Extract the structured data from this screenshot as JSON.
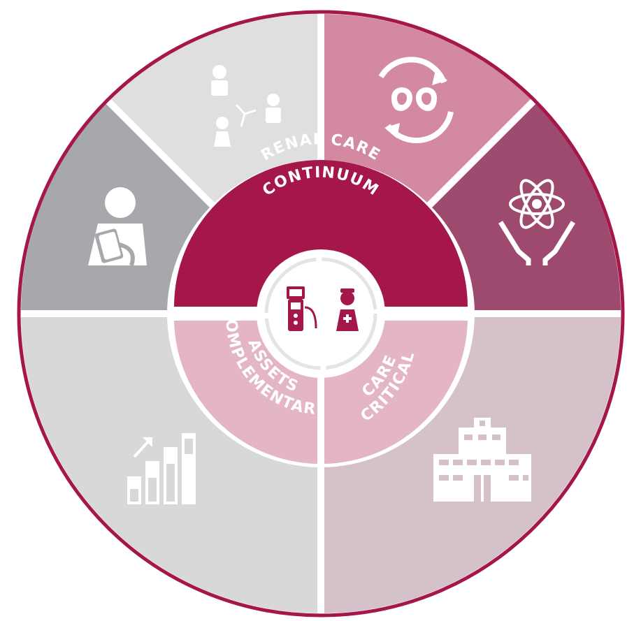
{
  "diagram": {
    "inner_ring": {
      "top": {
        "line1": "RENAL CARE",
        "line2": "CONTINUUM"
      },
      "left": {
        "line1": "COMPLEMENTARY",
        "line2": "ASSETS"
      },
      "right": {
        "line1": "CRITICAL",
        "line2": "CARE"
      }
    },
    "icons": {
      "center": [
        "dialysis-machine-icon",
        "nurse-icon"
      ],
      "segments": [
        "care-network-icon",
        "kidney-cycle-icon",
        "science-in-hands-icon",
        "hospital-icon",
        "growth-bar-chart-icon",
        "caregiver-icon"
      ]
    },
    "colors": {
      "outline": "#a5174a",
      "renal_care": "#a5174a",
      "complementary_assets": "#e3b5c5",
      "critical_care": "#e3b5c5",
      "kidney_segment": "#d38aa0",
      "science_segment": "#9e4a6e",
      "hospital_segment": "#d5c1c9",
      "growth_segment": "#d8d8d8",
      "caregiver_segment": "#a6a8ab",
      "network_segment": "#dfdfe0",
      "icon_white": "#ffffff"
    }
  }
}
